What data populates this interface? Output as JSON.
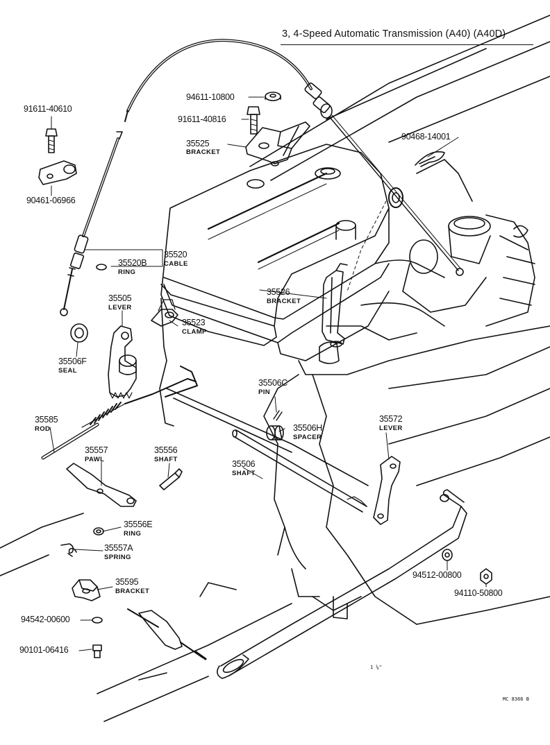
{
  "header": {
    "title": "3, 4-Speed Automatic Transmission (A40) (A40D)"
  },
  "parts": [
    {
      "id": "p01",
      "number": "91611-40610",
      "name": ""
    },
    {
      "id": "p02",
      "number": "90461-06966",
      "name": ""
    },
    {
      "id": "p03",
      "number": "94611-10800",
      "name": ""
    },
    {
      "id": "p04",
      "number": "91611-40816",
      "name": ""
    },
    {
      "id": "p05",
      "number": "35525",
      "name": "BRACKET"
    },
    {
      "id": "p06",
      "number": "90468-14001",
      "name": ""
    },
    {
      "id": "p07",
      "number": "35520",
      "name": "CABLE"
    },
    {
      "id": "p08",
      "number": "35520B",
      "name": "RING"
    },
    {
      "id": "p09",
      "number": "35526",
      "name": "BRACKET"
    },
    {
      "id": "p10",
      "number": "35505",
      "name": "LEVER"
    },
    {
      "id": "p11",
      "number": "35523",
      "name": "CLAMP"
    },
    {
      "id": "p12",
      "number": "35506F",
      "name": "SEAL"
    },
    {
      "id": "p13",
      "number": "35506C",
      "name": "PIN"
    },
    {
      "id": "p14",
      "number": "35585",
      "name": "ROD"
    },
    {
      "id": "p15",
      "number": "35506H",
      "name": "SPACER"
    },
    {
      "id": "p16",
      "number": "35572",
      "name": "LEVER"
    },
    {
      "id": "p17",
      "number": "35557",
      "name": "PAWL"
    },
    {
      "id": "p18",
      "number": "35556",
      "name": "SHAFT"
    },
    {
      "id": "p19",
      "number": "35506",
      "name": "SHAFT"
    },
    {
      "id": "p20",
      "number": "35556E",
      "name": "RING"
    },
    {
      "id": "p21",
      "number": "35557A",
      "name": "SPRING"
    },
    {
      "id": "p22",
      "number": "94512-00800",
      "name": ""
    },
    {
      "id": "p23",
      "number": "94110-50800",
      "name": ""
    },
    {
      "id": "p24",
      "number": "35595",
      "name": "BRACKET"
    },
    {
      "id": "p25",
      "number": "94542-00600",
      "name": ""
    },
    {
      "id": "p26",
      "number": "90101-06416",
      "name": ""
    }
  ],
  "footer": {
    "code": "MC 8366 B",
    "mark": "1 ¼\""
  }
}
